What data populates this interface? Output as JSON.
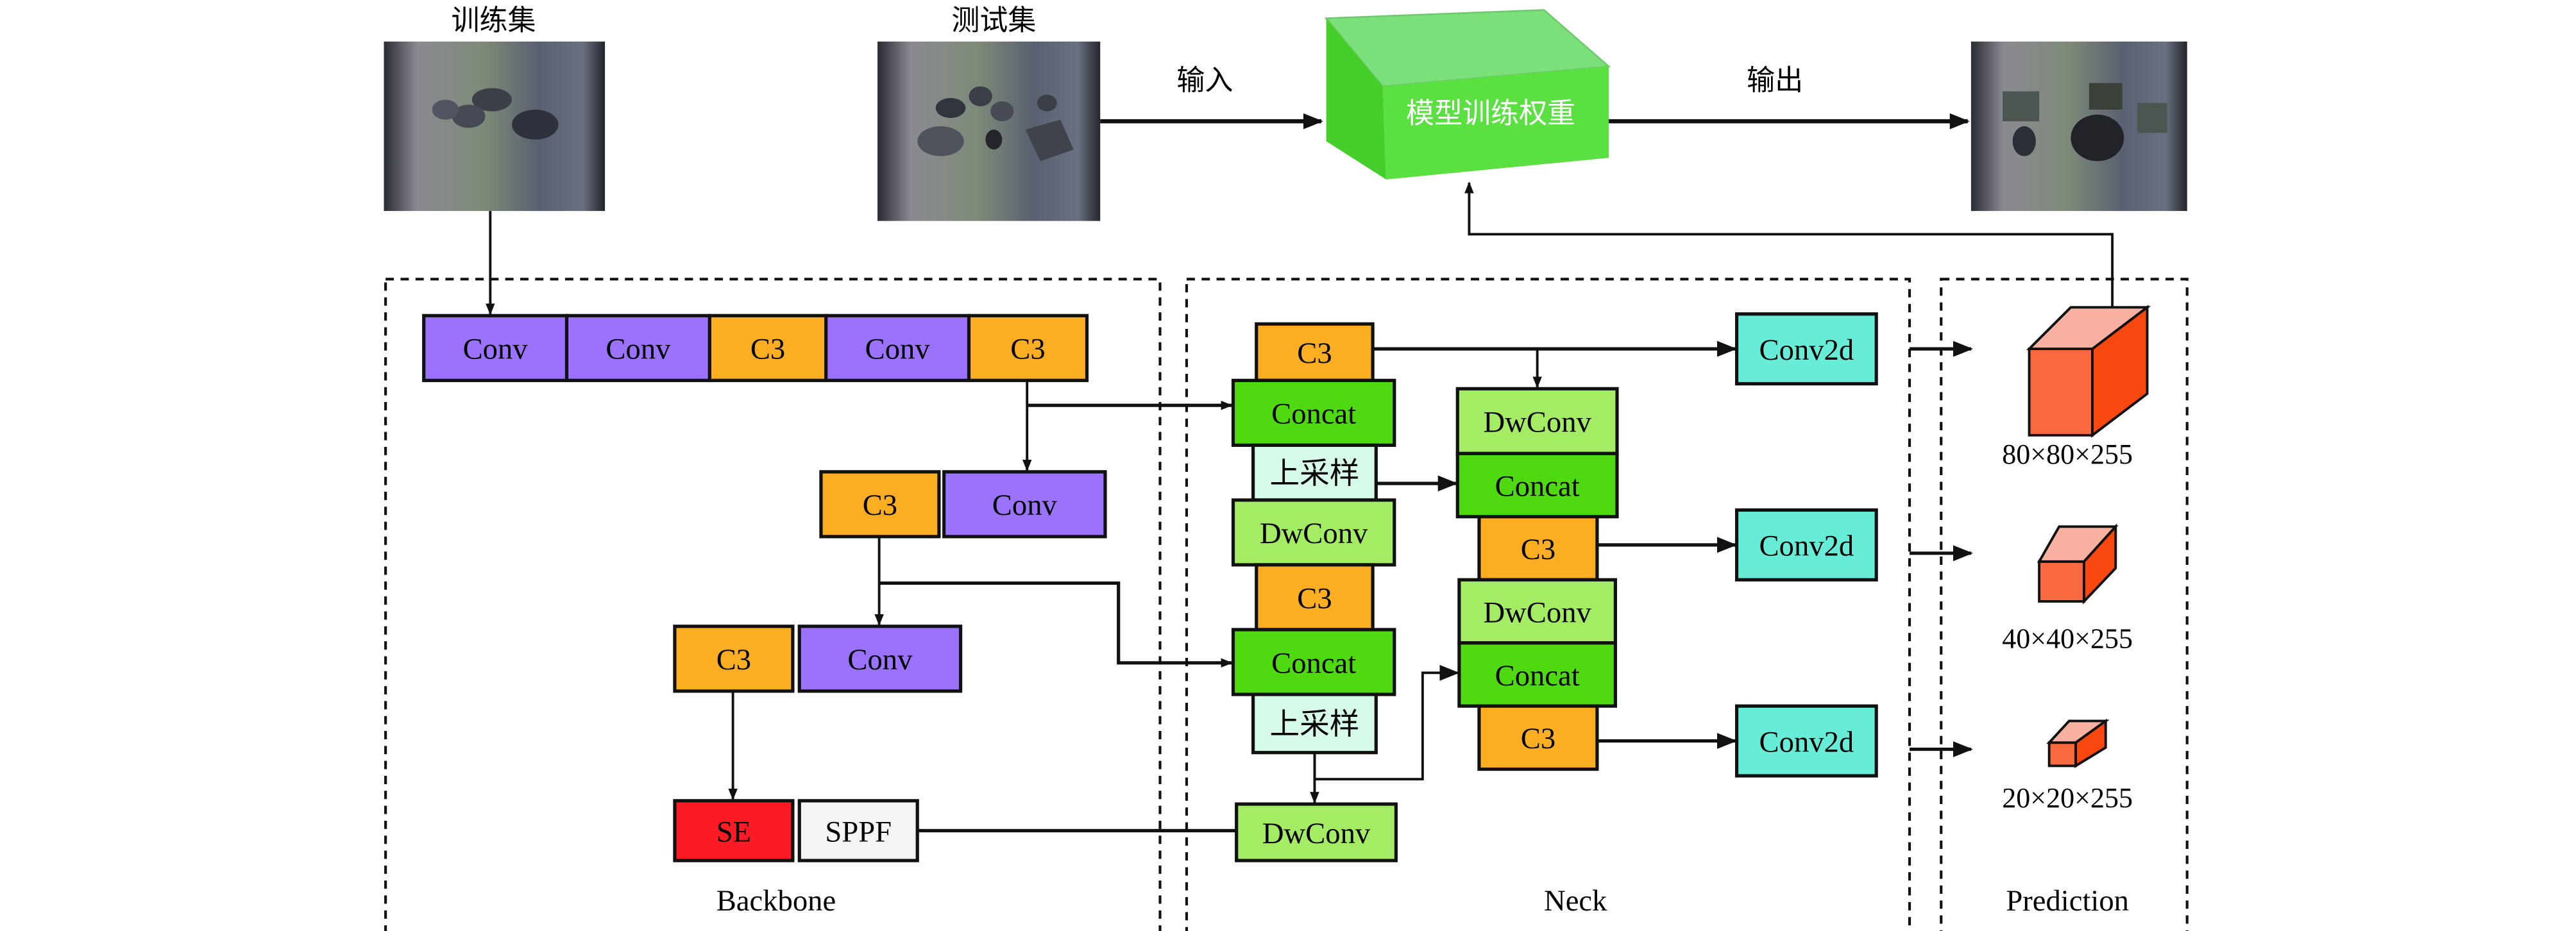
{
  "top": {
    "train_set_label": "训练集",
    "test_set_label": "测试集",
    "input_label": "输入",
    "output_label": "输出",
    "model_weights_label": "模型训练权重"
  },
  "sections": {
    "backbone": "Backbone",
    "neck": "Neck",
    "prediction": "Prediction"
  },
  "backbone": {
    "row1": [
      "Conv",
      "Conv",
      "C3",
      "Conv",
      "C3"
    ],
    "row2": [
      "C3",
      "Conv"
    ],
    "row3": [
      "C3",
      "Conv"
    ],
    "row4": [
      "SE",
      "SPPF"
    ]
  },
  "neck": {
    "col1": [
      "C3",
      "Concat",
      "上采样",
      "DwConv",
      "C3",
      "Concat",
      "上采样"
    ],
    "bottom": "DwConv",
    "col2": [
      "DwConv",
      "Concat",
      "C3",
      "DwConv",
      "Concat",
      "C3"
    ],
    "heads": [
      "Conv2d",
      "Conv2d",
      "Conv2d"
    ]
  },
  "prediction": {
    "outputs": [
      "80×80×255",
      "40×40×255",
      "20×20×255"
    ]
  },
  "colors": {
    "conv": "#9b72fb",
    "c3": "#fbae22",
    "concat": "#4ed910",
    "dwconv": "#a4ec64",
    "upsample": "#d6fbea",
    "conv2d": "#67ecd8",
    "se": "#fb1b24",
    "sppf": "#f4f4f2",
    "cube_front": "#5ae040",
    "cube_top": "#7ce07a",
    "pred_front": "#f86a3e",
    "pred_top": "#f8b0a0",
    "pred_side": "#f84810"
  }
}
